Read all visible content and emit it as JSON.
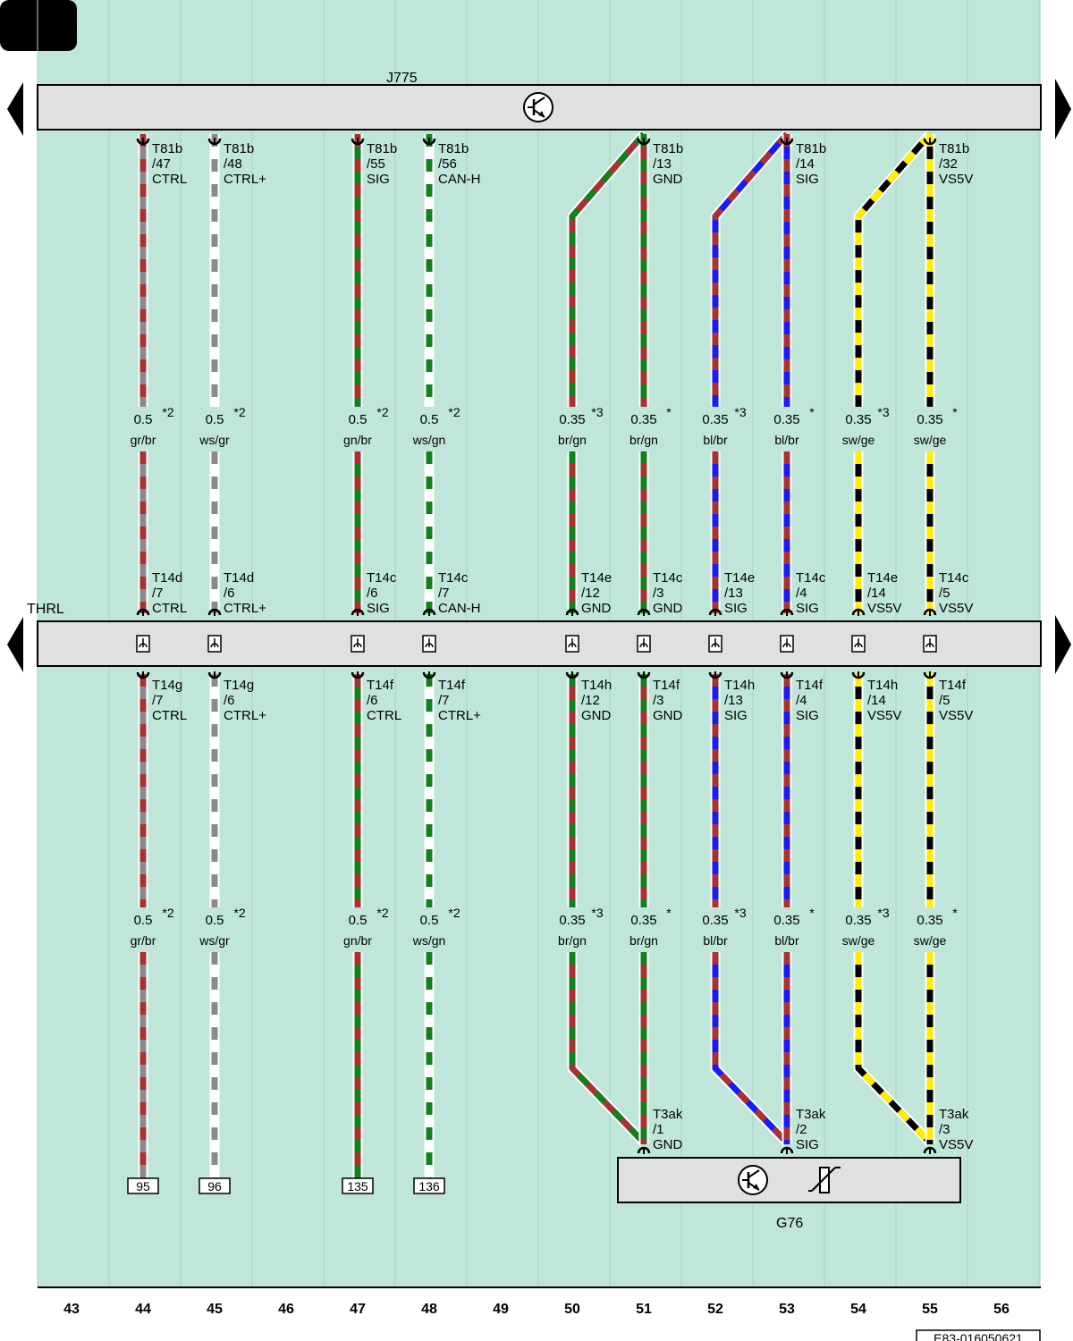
{
  "page": {
    "background": "#bfe6d9",
    "doc_id": "E83-016050621"
  },
  "components": {
    "top": {
      "label": "J775",
      "symbol": "transistor-icon"
    },
    "middle": {
      "label": "THRL",
      "symbol": "connector-icon"
    },
    "bottom": {
      "label": "G76",
      "symbols": [
        "transistor-icon",
        "variable-resistor-icon"
      ]
    }
  },
  "columns": [
    "43",
    "44",
    "45",
    "46",
    "47",
    "48",
    "49",
    "50",
    "51",
    "52",
    "53",
    "54",
    "55",
    "56"
  ],
  "wire_colors": {
    "gr": "#8a8a8a",
    "br": "#a83232",
    "ws": "#ffffff",
    "gn": "#12801c",
    "bl": "#1a1aff",
    "sw": "#000000",
    "ge": "#ffee00"
  },
  "wires": [
    {
      "col": "44",
      "main": "gr",
      "stripe": "br",
      "top_pin": [
        "T81b",
        "/47",
        "CTRL"
      ],
      "seg1": {
        "size": "0.5",
        "color": "gr/br",
        "note": "*2"
      },
      "mid_top_pin": [
        "T14d",
        "/7",
        "CTRL"
      ],
      "mid_bot_pin": [
        "T14g",
        "/7",
        "CTRL"
      ],
      "seg2": {
        "size": "0.5",
        "color": "gr/br",
        "note": "*2"
      },
      "ref": "95"
    },
    {
      "col": "45",
      "main": "ws",
      "stripe": "gr",
      "top_pin": [
        "T81b",
        "/48",
        "CTRL+"
      ],
      "seg1": {
        "size": "0.5",
        "color": "ws/gr",
        "note": "*2"
      },
      "mid_top_pin": [
        "T14d",
        "/6",
        "CTRL+"
      ],
      "mid_bot_pin": [
        "T14g",
        "/6",
        "CTRL+"
      ],
      "seg2": {
        "size": "0.5",
        "color": "ws/gr",
        "note": "*2"
      },
      "ref": "96"
    },
    {
      "col": "47",
      "main": "gn",
      "stripe": "br",
      "top_pin": [
        "T81b",
        "/55",
        "SIG"
      ],
      "seg1": {
        "size": "0.5",
        "color": "gn/br",
        "note": "*2"
      },
      "mid_top_pin": [
        "T14c",
        "/6",
        "SIG"
      ],
      "mid_bot_pin": [
        "T14f",
        "/6",
        "CTRL"
      ],
      "seg2": {
        "size": "0.5",
        "color": "gn/br",
        "note": "*2"
      },
      "ref": "135"
    },
    {
      "col": "48",
      "main": "ws",
      "stripe": "gn",
      "top_pin": [
        "T81b",
        "/56",
        "CAN-H"
      ],
      "seg1": {
        "size": "0.5",
        "color": "ws/gn",
        "note": "*2"
      },
      "mid_top_pin": [
        "T14c",
        "/7",
        "CAN-H"
      ],
      "mid_bot_pin": [
        "T14f",
        "/7",
        "CTRL+"
      ],
      "seg2": {
        "size": "0.5",
        "color": "ws/gn",
        "note": "*2"
      },
      "ref": "136"
    },
    {
      "col": "50",
      "main": "br",
      "stripe": "gn",
      "joins": "51",
      "seg1": {
        "size": "0.35",
        "color": "br/gn",
        "note": "*3"
      },
      "mid_top_pin": [
        "T14e",
        "/12",
        "GND"
      ],
      "mid_bot_pin": [
        "T14h",
        "/12",
        "GND"
      ],
      "seg2": {
        "size": "0.35",
        "color": "br/gn",
        "note": "*3"
      }
    },
    {
      "col": "51",
      "main": "br",
      "stripe": "gn",
      "top_pin": [
        "T81b",
        "/13",
        "GND"
      ],
      "seg1": {
        "size": "0.35",
        "color": "br/gn",
        "note": "*"
      },
      "mid_top_pin": [
        "T14c",
        "/3",
        "GND"
      ],
      "mid_bot_pin": [
        "T14f",
        "/3",
        "GND"
      ],
      "seg2": {
        "size": "0.35",
        "color": "br/gn",
        "note": "*"
      },
      "bottom_pin": [
        "T3ak",
        "/1",
        "GND"
      ]
    },
    {
      "col": "52",
      "main": "bl",
      "stripe": "br",
      "joins": "53",
      "seg1": {
        "size": "0.35",
        "color": "bl/br",
        "note": "*3"
      },
      "mid_top_pin": [
        "T14e",
        "/13",
        "SIG"
      ],
      "mid_bot_pin": [
        "T14h",
        "/13",
        "SIG"
      ],
      "seg2": {
        "size": "0.35",
        "color": "bl/br",
        "note": "*3"
      }
    },
    {
      "col": "53",
      "main": "bl",
      "stripe": "br",
      "top_pin": [
        "T81b",
        "/14",
        "SIG"
      ],
      "seg1": {
        "size": "0.35",
        "color": "bl/br",
        "note": "*"
      },
      "mid_top_pin": [
        "T14c",
        "/4",
        "SIG"
      ],
      "mid_bot_pin": [
        "T14f",
        "/4",
        "SIG"
      ],
      "seg2": {
        "size": "0.35",
        "color": "bl/br",
        "note": "*"
      },
      "bottom_pin": [
        "T3ak",
        "/2",
        "SIG"
      ]
    },
    {
      "col": "54",
      "main": "sw",
      "stripe": "ge",
      "joins": "55",
      "seg1": {
        "size": "0.35",
        "color": "sw/ge",
        "note": "*3"
      },
      "mid_top_pin": [
        "T14e",
        "/14",
        "VS5V"
      ],
      "mid_bot_pin": [
        "T14h",
        "/14",
        "VS5V"
      ],
      "seg2": {
        "size": "0.35",
        "color": "sw/ge",
        "note": "*3"
      }
    },
    {
      "col": "55",
      "main": "sw",
      "stripe": "ge",
      "top_pin": [
        "T81b",
        "/32",
        "VS5V"
      ],
      "seg1": {
        "size": "0.35",
        "color": "sw/ge",
        "note": "*"
      },
      "mid_top_pin": [
        "T14c",
        "/5",
        "VS5V"
      ],
      "mid_bot_pin": [
        "T14f",
        "/5",
        "VS5V"
      ],
      "seg2": {
        "size": "0.35",
        "color": "sw/ge",
        "note": "*"
      },
      "bottom_pin": [
        "T3ak",
        "/3",
        "VS5V"
      ]
    }
  ]
}
